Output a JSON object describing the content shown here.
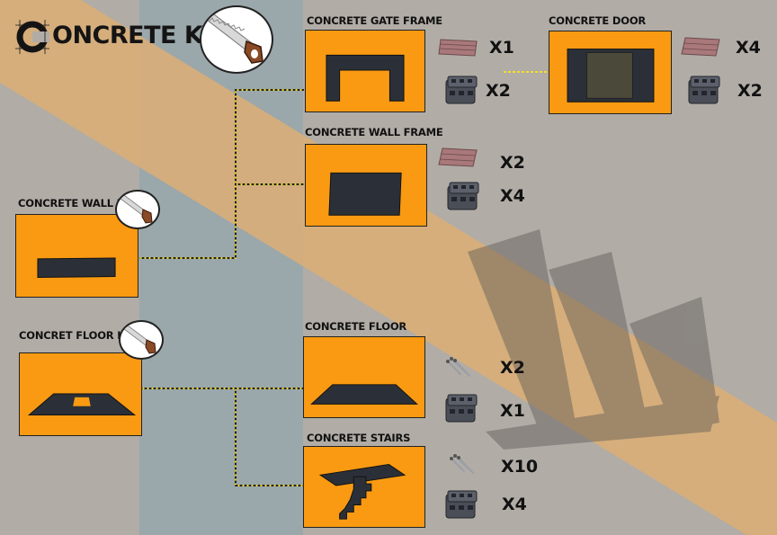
{
  "title": "ONCRETE KIT",
  "logo_letter": "C",
  "colors": {
    "accent": "#f99a12",
    "stripe": "#d9ae78",
    "band": "#9aa7ab",
    "connector": "#f2e02a"
  },
  "items": {
    "gate_frame": {
      "label": "CONCRETE GATE FRAME",
      "materials": [
        {
          "icon": "wood-planks-icon",
          "qty": "X1"
        },
        {
          "icon": "concrete-blocks-icon",
          "qty": "X2"
        }
      ]
    },
    "door": {
      "label": "CONCRETE DOOR",
      "materials": [
        {
          "icon": "wood-planks-icon",
          "qty": "X4"
        },
        {
          "icon": "concrete-blocks-icon",
          "qty": "X2"
        }
      ]
    },
    "wall_frame": {
      "label": "CONCRETE WALL FRAME",
      "materials": [
        {
          "icon": "wood-planks-icon",
          "qty": "X2"
        },
        {
          "icon": "concrete-blocks-icon",
          "qty": "X4"
        }
      ]
    },
    "wall_kit": {
      "label": "CONCRETE WALL KIT"
    },
    "floor_kit": {
      "label": "CONCRET FLOOR KIT"
    },
    "floor": {
      "label": "CONCRETE FLOOR",
      "materials": [
        {
          "icon": "nails-icon",
          "qty": "X2"
        },
        {
          "icon": "concrete-blocks-icon",
          "qty": "X1"
        }
      ]
    },
    "stairs": {
      "label": "CONCRETE STAIRS",
      "materials": [
        {
          "icon": "nails-icon",
          "qty": "X10"
        },
        {
          "icon": "concrete-blocks-icon",
          "qty": "X4"
        }
      ]
    }
  }
}
